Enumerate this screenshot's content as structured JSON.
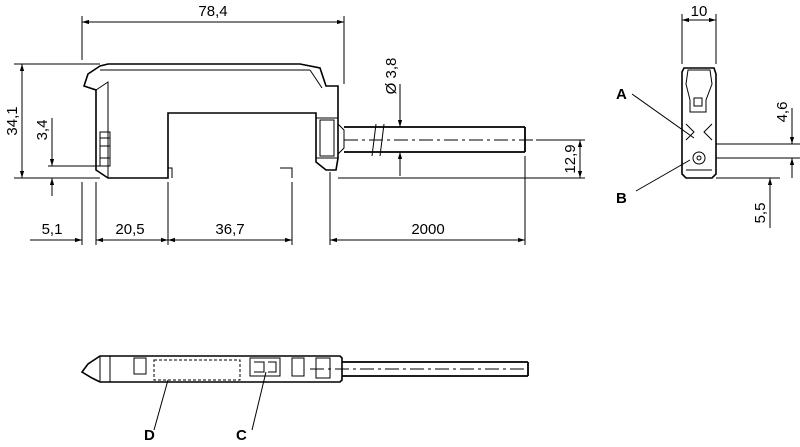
{
  "dimensions": {
    "overall_length": "78,4",
    "width": "10",
    "height": "34,1",
    "latch_height": "3,4",
    "cable_diameter": "Ø 3,8",
    "cable_axis_height": "12,9",
    "offset_left": "5,1",
    "section_a": "20,5",
    "section_b": "36,7",
    "cable_length": "2000",
    "end_dim_upper": "4,6",
    "end_dim_lower": "5,5"
  },
  "callouts": {
    "a": "A",
    "b": "B",
    "c": "C",
    "d": "D"
  }
}
